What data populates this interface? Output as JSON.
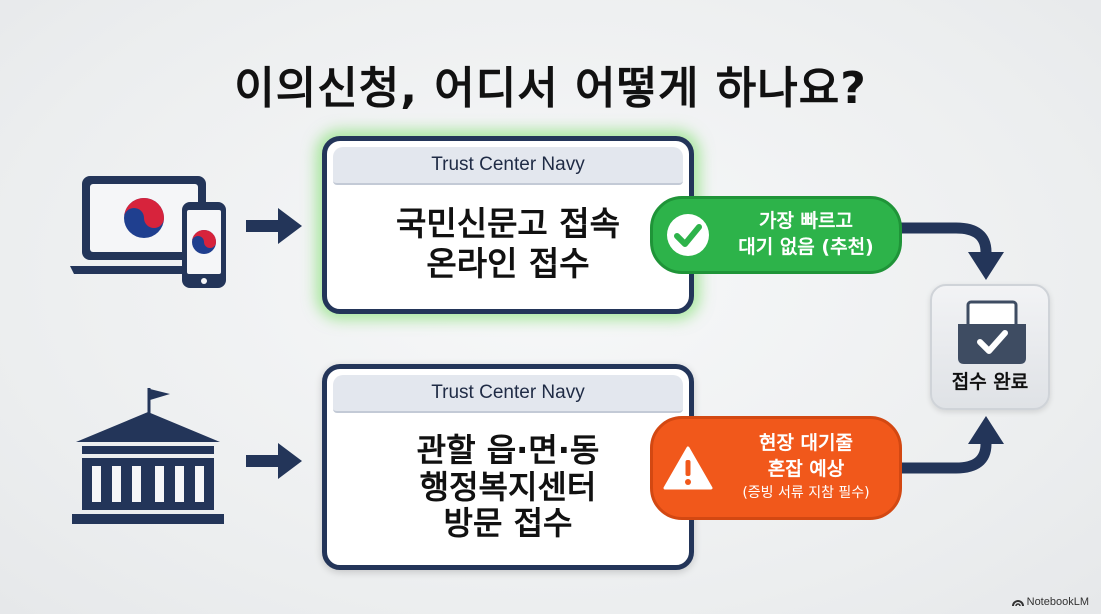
{
  "title": "이의신청, 어디서 어떻게 하나요?",
  "online": {
    "header": "Trust Center Navy",
    "lines": [
      "국민신문고 접속",
      "온라인 접수"
    ],
    "badge": {
      "lines": [
        "가장 빠르고",
        "대기 없음 (추천)"
      ],
      "icon": "check-icon",
      "color": "#2db34a"
    }
  },
  "offline": {
    "header": "Trust Center Navy",
    "lines": [
      "관할 읍·면·동",
      "행정복지센터",
      "방문 접수"
    ],
    "badge": {
      "lines": [
        "현장 대기줄",
        "혼잡 예상"
      ],
      "note": "(증빙 서류 지참 필수)",
      "icon": "warning-icon",
      "color": "#f1581b"
    }
  },
  "result": {
    "label": "접수 완료",
    "icon": "document-check-icon"
  },
  "footer": "NotebookLM",
  "colors": {
    "navy": "#233559",
    "green": "#2db34a",
    "orange": "#f1581b"
  }
}
